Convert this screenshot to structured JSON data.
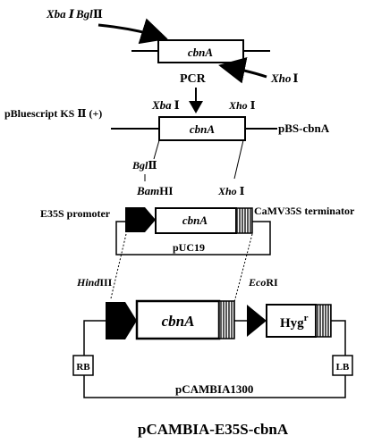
{
  "construct_1": {
    "gene": "cbnA",
    "site_left": "Xba Ⅰ",
    "site_left_2": "Bgl",
    "site_left_2_suffix": "Ⅱ",
    "site_right": "Xho",
    "site_right_suffix": "Ⅰ",
    "pcr_label": "PCR"
  },
  "construct_2": {
    "vector_label": "pBluescript KS Ⅱ (+)",
    "result_label": "pBS-cbnA",
    "gene": "cbnA",
    "site_left": "Xba",
    "site_left_suffix": "Ⅰ",
    "site_right": "Xho",
    "site_right_suffix": "Ⅰ",
    "site_below_left": "Bgl",
    "site_below_left_suffix": "Ⅱ",
    "site_below_left_2": "Bam",
    "site_below_left_2_suffix": "HI",
    "site_below_right": "Xho",
    "site_below_right_suffix": "Ⅰ"
  },
  "construct_3": {
    "promoter_label": "E35S promoter",
    "terminator_label": "CaMV35S terminator",
    "gene": "cbnA",
    "vector_label": "pUC19"
  },
  "construct_4": {
    "site_left": "Hind",
    "site_left_suffix": "III",
    "site_right": "Eco",
    "site_right_suffix": "RI",
    "gene": "cbnA",
    "marker": "Hyg",
    "marker_sup": "r",
    "rb_label": "RB",
    "lb_label": "LB",
    "vector_label": "pCAMBIA1300",
    "title": "pCAMBIA-E35S-cbnA"
  },
  "colors": {
    "stroke": "#000000",
    "fill_dark": "#000000",
    "terminator_hatch": "#555555",
    "background": "#ffffff"
  }
}
